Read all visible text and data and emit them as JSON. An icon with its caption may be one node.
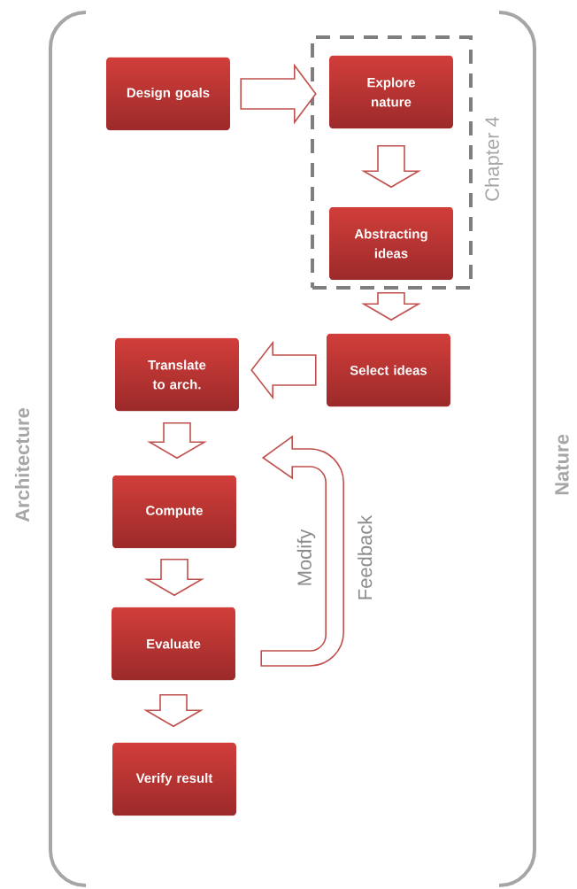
{
  "diagram": {
    "nodes": [
      {
        "text": [
          "Design goals"
        ]
      },
      {
        "text": [
          "Chapter 4"
        ]
      },
      {
        "text": [
          "Explore nature"
        ],
        "in": 1
      },
      {
        "text": [
          "Abstracting ideas"
        ],
        "in": 1
      },
      {
        "text": [
          "Select ideas"
        ]
      },
      {
        "text": [
          "Translate to arch."
        ]
      },
      {
        "text": [
          "Compute"
        ]
      },
      {
        "text": [
          "Evaluate"
        ]
      },
      {
        "text": [
          "Verify result"
        ]
      }
    ],
    "edges": [
      {
        "from": 0,
        "to": 2,
        "arrow": "to"
      },
      {
        "from": 2,
        "to": 3,
        "arrow": "to"
      },
      {
        "from": 3,
        "to": 4,
        "arrow": "to"
      },
      {
        "from": 4,
        "to": 5,
        "arrow": "to"
      },
      {
        "from": 5,
        "to": 6,
        "arrow": "to"
      },
      {
        "from": 6,
        "to": 7,
        "arrow": "to"
      },
      {
        "from": 7,
        "to": 8,
        "arrow": "to"
      },
      {
        "from": 7,
        "to": 5,
        "arrow": "to",
        "label": "Feedback"
      }
    ],
    "labels": [
      "Architecture",
      "Modify",
      "Nature"
    ]
  }
}
